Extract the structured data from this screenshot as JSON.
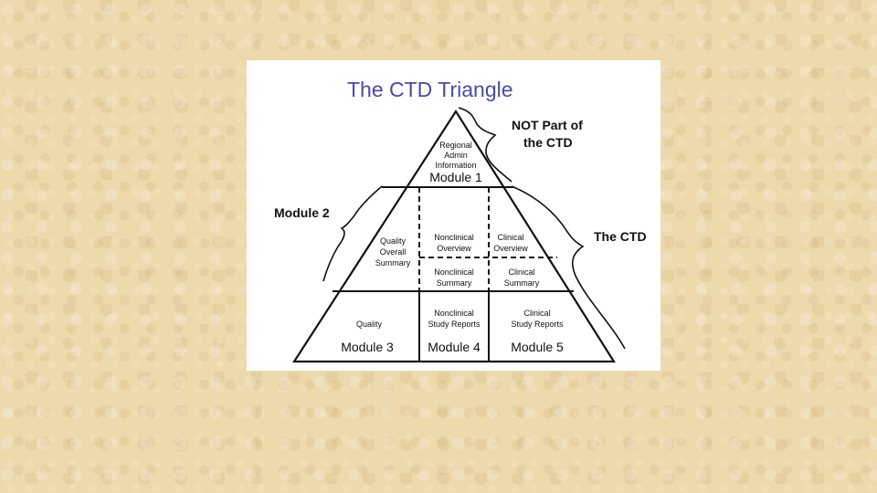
{
  "diagram": {
    "title": "The CTD Triangle",
    "not_part_label": [
      "NOT Part of",
      "the CTD"
    ],
    "ctd_label": "The CTD",
    "module2_label": "Module 2",
    "apex": {
      "lines": [
        "Regional",
        "Admin",
        "Information"
      ],
      "module": "Module 1"
    },
    "module2": {
      "quality_overall_summary": [
        "Quality",
        "Overall",
        "Summary"
      ],
      "nonclinical_overview": [
        "Nonclinical",
        "Overview"
      ],
      "clinical_overview": [
        "Clinical",
        "Overview"
      ],
      "nonclinical_summary": [
        "Nonclinical",
        "Summary"
      ],
      "clinical_summary": [
        "Clinical",
        "Summary"
      ]
    },
    "bottom": {
      "quality": "Quality",
      "nonclinical_study_reports": [
        "Nonclinical",
        "Study Reports"
      ],
      "clinical_study_reports": [
        "Clinical",
        "Study Reports"
      ],
      "module3": "Module 3",
      "module4": "Module 4",
      "module5": "Module 5"
    }
  }
}
